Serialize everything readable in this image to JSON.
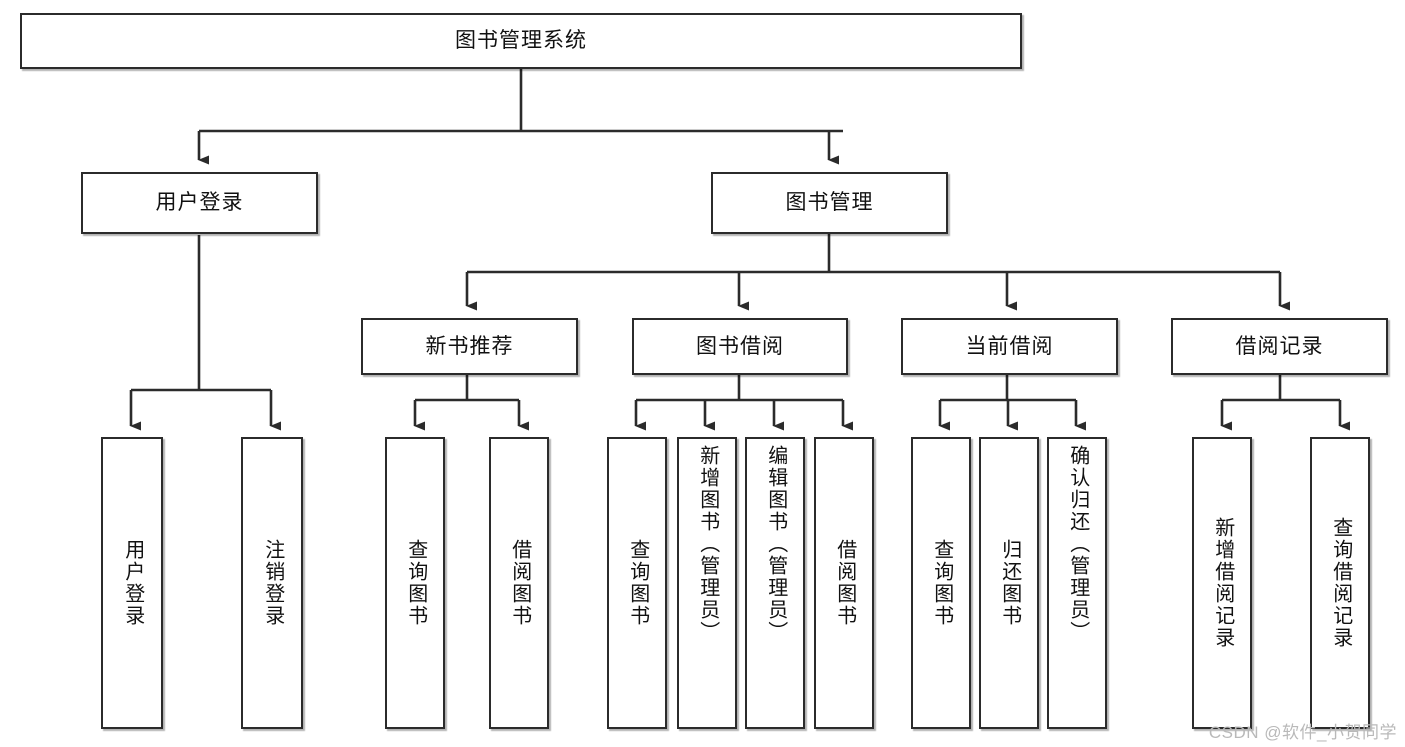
{
  "diagram": {
    "type": "tree-hierarchy-chart",
    "title": "图书管理系统",
    "watermark": "CSDN @软件_小贺同学",
    "colors": {
      "box_border": "#2b2b2b",
      "box_fill": "#ffffff",
      "connector": "#2b2b2b",
      "text": "#111111",
      "watermark": "#b9b9b9",
      "page_background": "#ffffff"
    },
    "levels": [
      {
        "level": 1,
        "nodes": [
          {
            "id": "root",
            "label": "图书管理系统",
            "orientation": "horizontal"
          }
        ]
      },
      {
        "level": 2,
        "nodes": [
          {
            "id": "user-login",
            "label": "用户登录",
            "orientation": "horizontal",
            "parent": "root"
          },
          {
            "id": "book-manage",
            "label": "图书管理",
            "orientation": "horizontal",
            "parent": "root"
          }
        ]
      },
      {
        "level": 3,
        "nodes": [
          {
            "id": "new-book-rec",
            "label": "新书推荐",
            "orientation": "horizontal",
            "parent": "book-manage"
          },
          {
            "id": "book-borrow",
            "label": "图书借阅",
            "orientation": "horizontal",
            "parent": "book-manage"
          },
          {
            "id": "current-borrow",
            "label": "当前借阅",
            "orientation": "horizontal",
            "parent": "book-manage"
          },
          {
            "id": "borrow-record",
            "label": "借阅记录",
            "orientation": "horizontal",
            "parent": "book-manage"
          }
        ]
      },
      {
        "level": 4,
        "nodes": [
          {
            "id": "leaf-user-login",
            "label": "用户登录",
            "orientation": "vertical",
            "parent": "user-login"
          },
          {
            "id": "leaf-logout",
            "label": "注销登录",
            "orientation": "vertical",
            "parent": "user-login"
          },
          {
            "id": "leaf-query-book-1",
            "label": "查询图书",
            "orientation": "vertical",
            "parent": "new-book-rec"
          },
          {
            "id": "leaf-borrow-book-1",
            "label": "借阅图书",
            "orientation": "vertical",
            "parent": "new-book-rec"
          },
          {
            "id": "leaf-query-book-2",
            "label": "查询图书",
            "orientation": "vertical",
            "parent": "book-borrow"
          },
          {
            "id": "leaf-add-book",
            "label": "新增图书（管理员）",
            "orientation": "vertical",
            "parent": "book-borrow"
          },
          {
            "id": "leaf-edit-book",
            "label": "编辑图书（管理员）",
            "orientation": "vertical",
            "parent": "book-borrow"
          },
          {
            "id": "leaf-borrow-book-2",
            "label": "借阅图书",
            "orientation": "vertical",
            "parent": "book-borrow"
          },
          {
            "id": "leaf-query-book-3",
            "label": "查询图书",
            "orientation": "vertical",
            "parent": "current-borrow"
          },
          {
            "id": "leaf-return-book",
            "label": "归还图书",
            "orientation": "vertical",
            "parent": "current-borrow"
          },
          {
            "id": "leaf-confirm-return",
            "label": "确认归还（管理员）",
            "orientation": "vertical",
            "parent": "current-borrow"
          },
          {
            "id": "leaf-add-record",
            "label": "新增借阅记录",
            "orientation": "vertical",
            "parent": "borrow-record"
          },
          {
            "id": "leaf-query-record",
            "label": "查询借阅记录",
            "orientation": "vertical",
            "parent": "borrow-record"
          }
        ]
      }
    ]
  }
}
